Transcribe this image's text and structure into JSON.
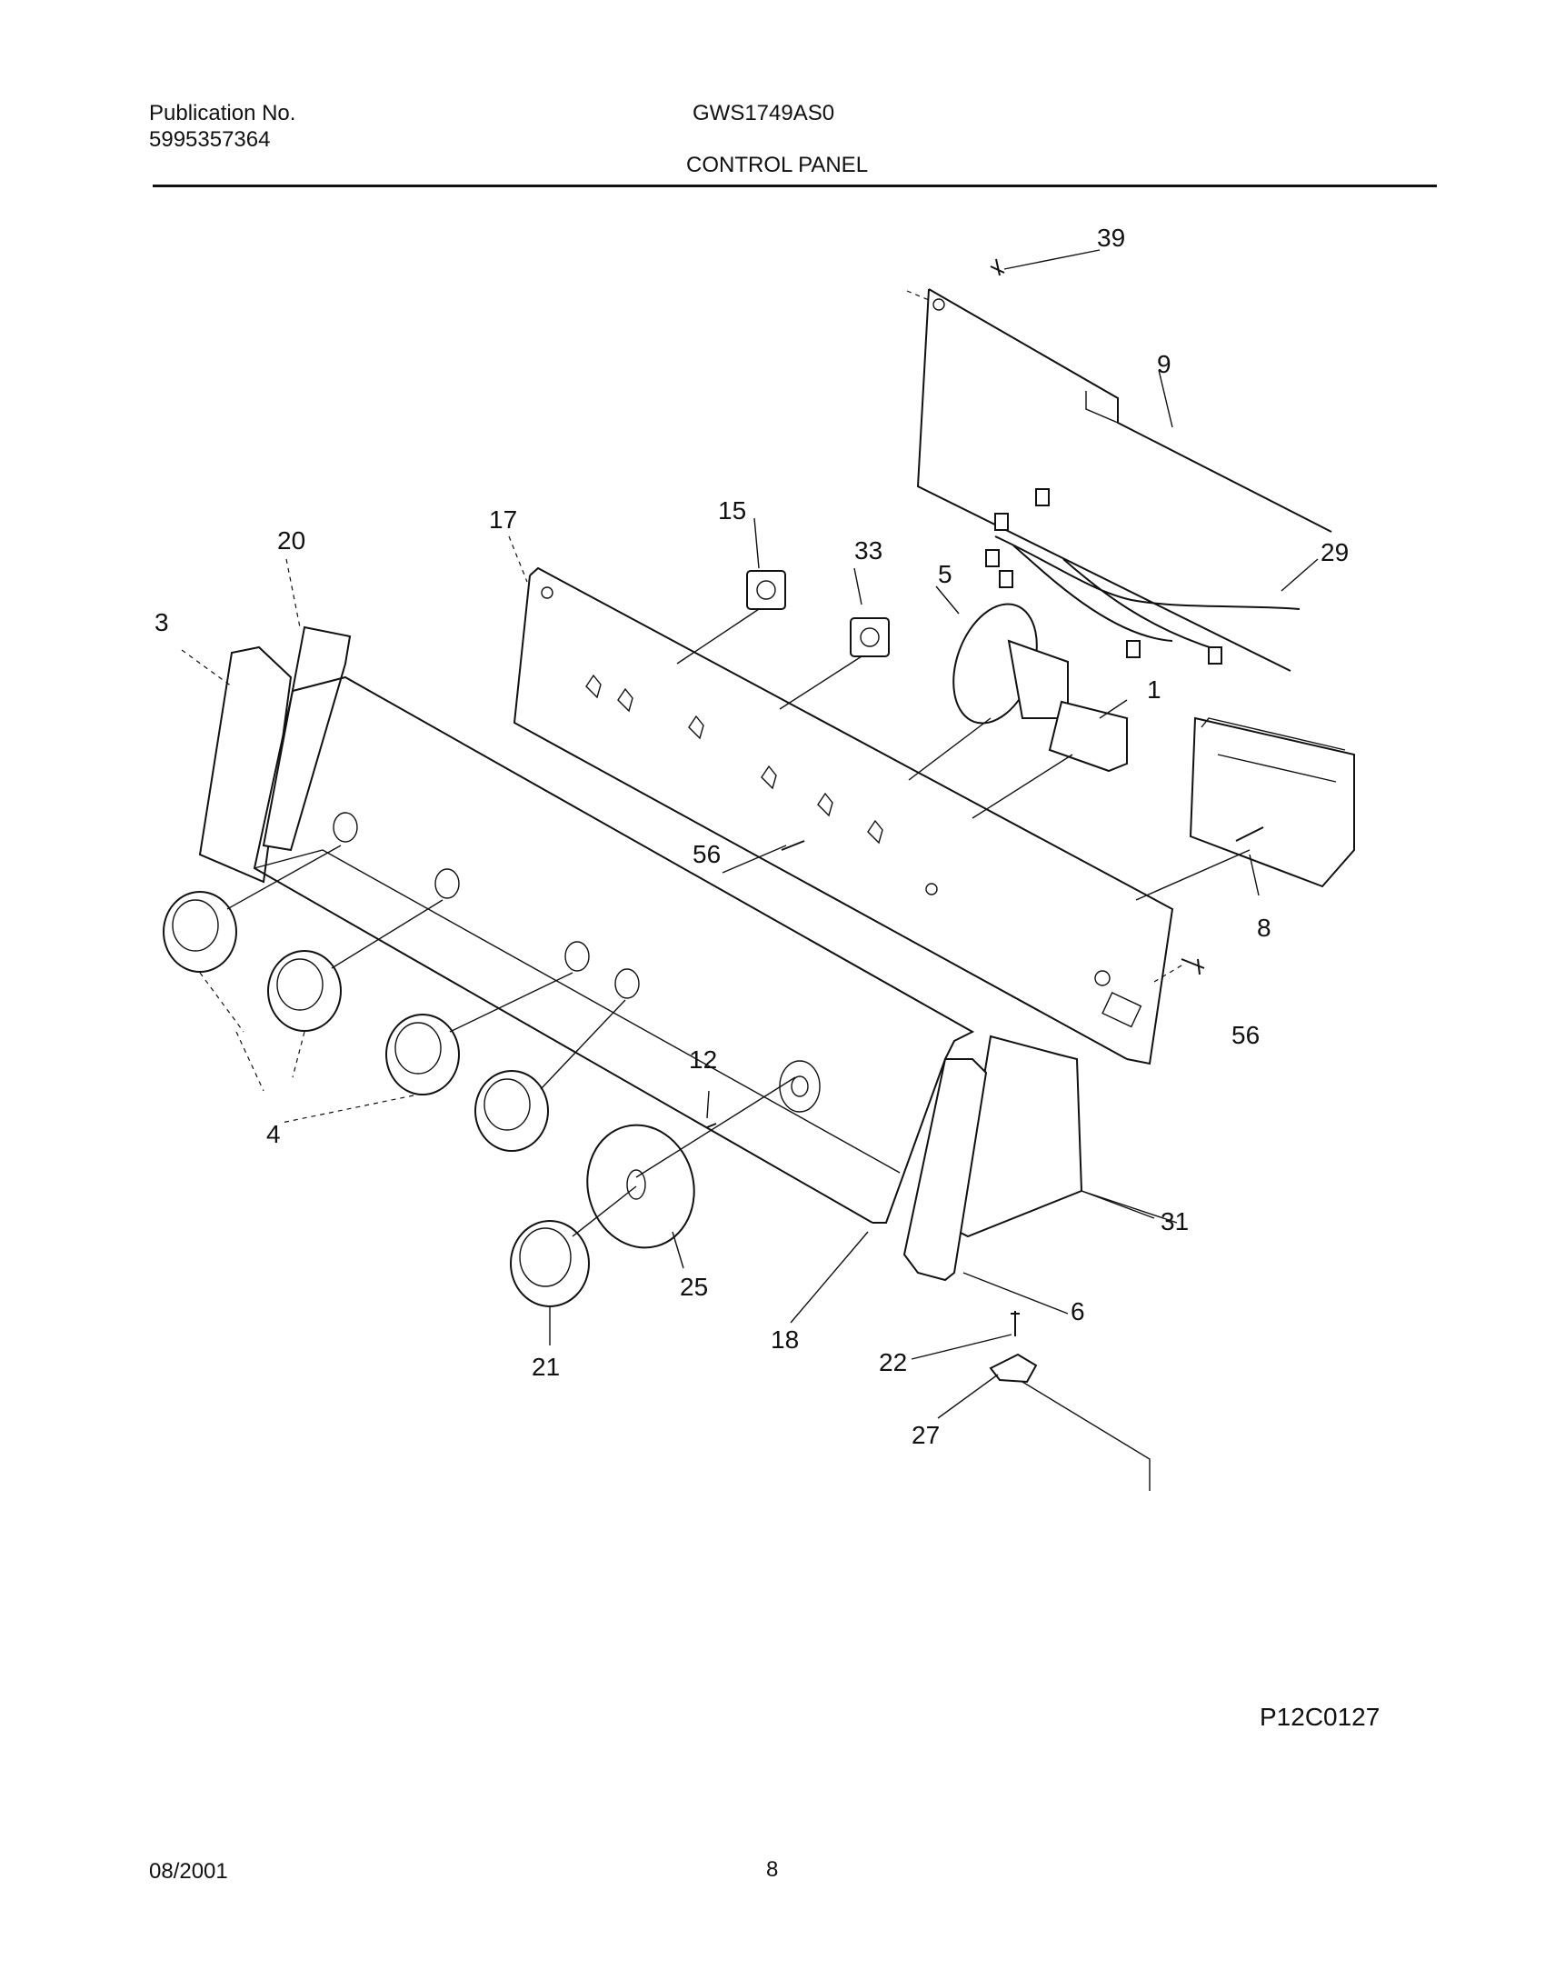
{
  "header": {
    "publication_label": "Publication No.",
    "publication_number": "5995357364",
    "model": "GWS1749AS0",
    "section_title": "CONTROL PANEL"
  },
  "diagram": {
    "code": "P12C0127",
    "part_labels": [
      "39",
      "9",
      "29",
      "20",
      "17",
      "15",
      "33",
      "5",
      "1",
      "3",
      "8",
      "56",
      "56",
      "12",
      "4",
      "31",
      "25",
      "6",
      "18",
      "21",
      "22",
      "27"
    ]
  },
  "footer": {
    "date": "08/2001",
    "page": "8"
  }
}
